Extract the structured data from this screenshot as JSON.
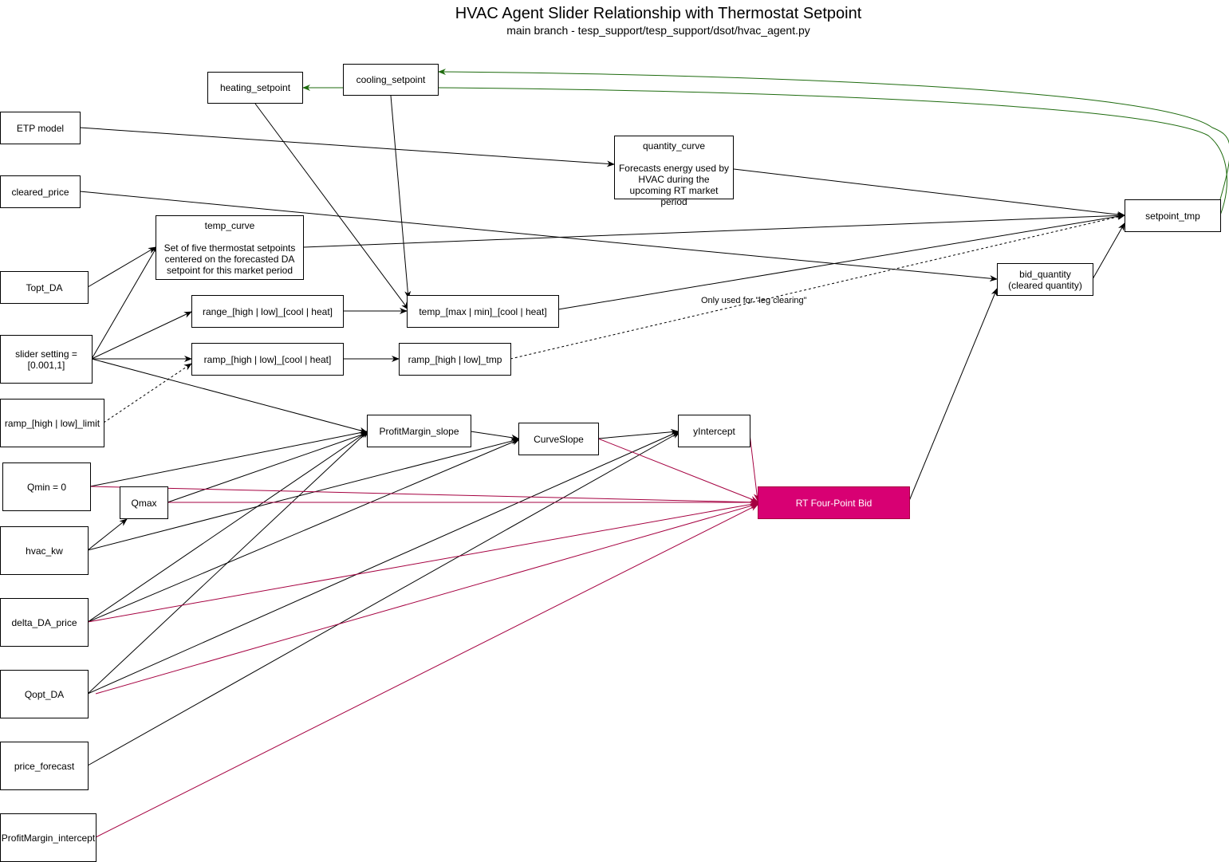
{
  "title": "HVAC Agent Slider Relationship with Thermostat Setpoint",
  "subtitle": "main branch - tesp_support/tesp_support/dsot/hvac_agent.py",
  "colors": {
    "edge_black": "#000000",
    "edge_green": "#1e6b0e",
    "edge_crimson": "#a50040",
    "bid_fill": "#d80073"
  },
  "nodes": {
    "heating_setpoint": "heating_setpoint",
    "cooling_setpoint": "cooling_setpoint",
    "etp_model": "ETP model",
    "quantity_curve": {
      "title": "quantity_curve",
      "desc": "Forecasts energy used by HVAC during the upcoming RT market period"
    },
    "cleared_price": "cleared_price",
    "temp_curve": {
      "title": "temp_curve",
      "desc": "Set of five thermostat setpoints centered on the forecasted DA setpoint for this market period"
    },
    "setpoint_tmp": "setpoint_tmp",
    "topt_da": "Topt_DA",
    "bid_quantity": {
      "line1": "bid_quantity",
      "line2": "(cleared quantity)"
    },
    "range": "range_[high | low]_[cool | heat]",
    "temp_max_min": "temp_[max | min]_[cool | heat]",
    "slider_setting": "slider setting = [0.001,1]",
    "ramp": "ramp_[high | low]_[cool | heat]",
    "ramp_tmp": "ramp_[high | low]_tmp",
    "ramp_limit": "ramp_[high | low]_limit",
    "profit_margin_slope": "ProfitMargin_slope",
    "curve_slope": "CurveSlope",
    "y_intercept": "yIntercept",
    "qmin": "Qmin = 0",
    "qmax": "Qmax",
    "rt_bid": "RT Four-Point Bid",
    "hvac_kw": "hvac_kw",
    "delta_da_price": "delta_DA_price",
    "qopt_da": "Qopt_DA",
    "price_forecast": "price_forecast",
    "profit_margin_intercept": "ProfitMargin_intercept"
  },
  "edge_note": "Only used for \"leg clearing\""
}
